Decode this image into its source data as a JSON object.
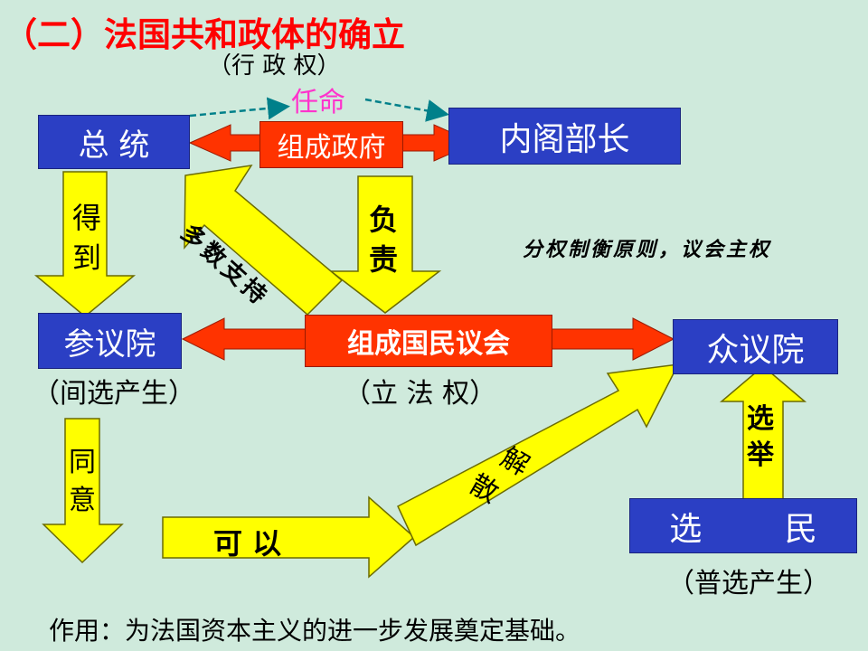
{
  "title": "（二）法国共和政体的确立",
  "executive_label": "（行 政 权）",
  "appoint_label": "任命",
  "president": "总 统",
  "ministers": "内阁部长",
  "form_government": "组成政府",
  "obtain_chars": [
    "得",
    "到"
  ],
  "majority_support": "多数支持",
  "responsible_chars": [
    "负",
    "责"
  ],
  "principle": "分权制衡原则，议会主权",
  "senate": "参议院",
  "national_assembly_form": "组成国民议会",
  "chamber_of_deputies": "众议院",
  "senate_note": "（间选产生）",
  "legislative_label": "（立 法 权）",
  "agree_chars": [
    "同",
    "意"
  ],
  "can": "可 以",
  "dissolve_chars": [
    "解",
    "散"
  ],
  "elect_chars": [
    "选",
    "举"
  ],
  "voters": "选        民",
  "voters_note": "（普选产生）",
  "effect": "作用：为法国资本主义的进一步发展奠定基础。",
  "colors": {
    "background": "#cfeadc",
    "title": "#ff0000",
    "appoint": "#ff33cc",
    "box_blue": "#2b3fc4",
    "box_red": "#ff3300",
    "arrow_yellow": "#ffff00",
    "arrow_teal": "#00808a"
  }
}
